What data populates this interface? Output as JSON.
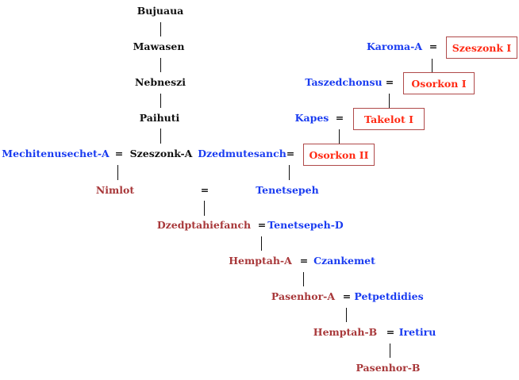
{
  "colors": {
    "ancestor": "#111111",
    "spouse": "#1a3cf0",
    "descendant": "#a8383a",
    "king": "#ff2a14"
  },
  "people": {
    "bujuaua": "Bujuaua",
    "mawasen": "Mawasen",
    "nebneszi": "Nebneszi",
    "paihuti": "Paihuti",
    "mechitenusechet_a": "Mechitenusechet-A",
    "szeszonk_a": "Szeszonk-A",
    "nimlot": "Nimlot",
    "dzedmutesanch": "Dzedmutesanch",
    "tenetsepeh": "Tenetsepeh",
    "dzedptahiefanch": "Dzedptahiefanch",
    "tenetsepeh_d": "Tenetsepeh-D",
    "hemptah_a": "Hemptah-A",
    "czankemet": "Czankemet",
    "pasenhor_a": "Pasenhor-A",
    "petpetdidies": "Petpetdidies",
    "hemptah_b": "Hemptah-B",
    "iretiru": "Iretiru",
    "pasenhor_b": "Pasenhor-B",
    "karoma_a": "Karoma-A",
    "taszedchonsu": "Taszedchonsu",
    "kapes": "Kapes"
  },
  "kings": {
    "szeszonk_1": "Szeszonk I",
    "osorkon_1": "Osorkon I",
    "takelot_1": "Takelot I",
    "osorkon_2": "Osorkon II"
  },
  "marriage_symbol": "="
}
